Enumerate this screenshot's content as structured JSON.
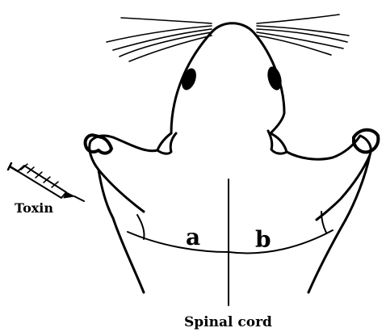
{
  "labels": {
    "toxin": "Toxin",
    "region_a": "a",
    "region_b": "b",
    "spinal_cord": "Spinal cord"
  },
  "colors": {
    "ink": "#000000",
    "background": "#ffffff"
  }
}
